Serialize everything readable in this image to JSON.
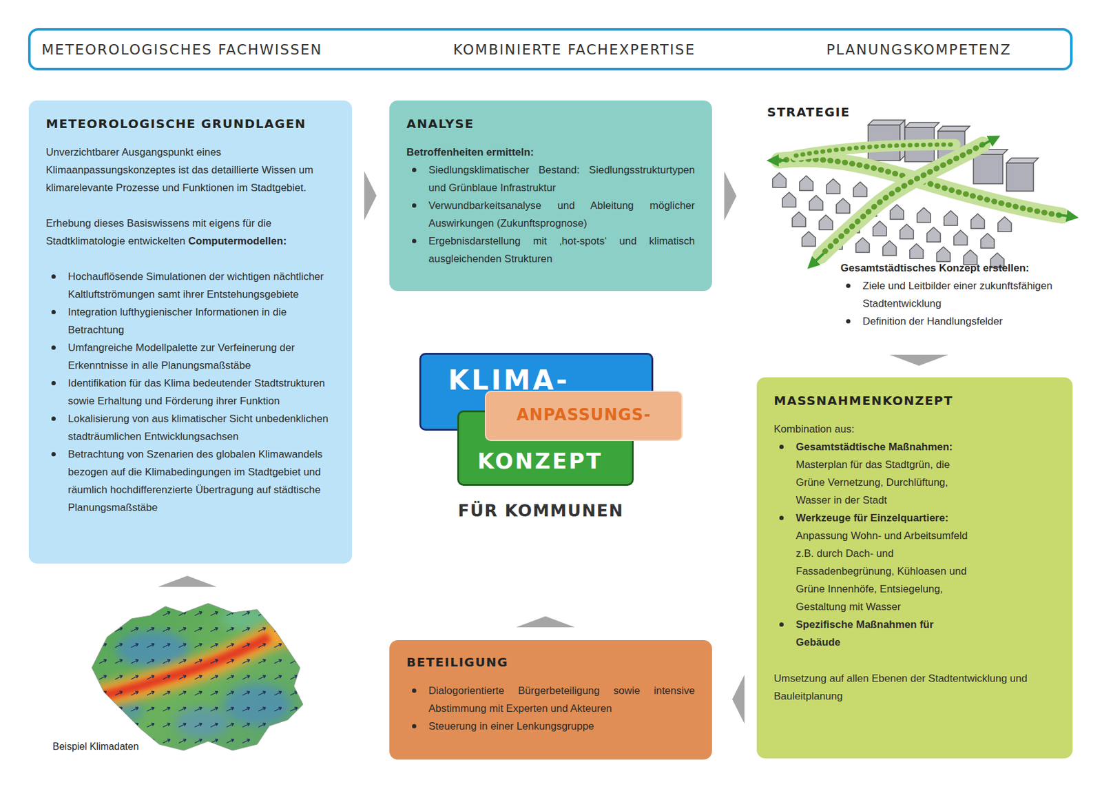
{
  "diagram": {
    "nodes": [
      {
        "text": [
          "METEOROLOGISCHES FACHWISSEN",
          "KOMBINIERTE FACHEXPERTISE",
          "PLANUNGSKOMPETENZ"
        ]
      },
      {
        "text": [
          "METEOROLOGISCHE GRUNDLAGEN",
          "Unverzichtbarer Ausgangspunkt eines Klimaanpassungskonzeptes ist das detaillierte Wissen um klimarelevante Prozesse und Funktionen im Stadtgebiet.",
          "Erhebung dieses Basiswissens mit eigens für die Stadtklimatologie entwickelten",
          "Computermodellen:",
          "Hochauflösende Simulationen der wichtigen nächtlicher Kaltluftströmungen samt ihrer Entstehungsgebiete",
          "Integration lufthygienischer Informationen in die Betrachtung",
          "Umfangreiche Modellpalette zur Verfeinerung der Erkenntnisse in alle Planungsmaßstäbe",
          "Identifikation für das Klima bedeutender Stadtstrukturen sowie Erhaltung und Förderung ihrer Funktion",
          "Lokalisierung von aus klimatischer Sicht unbedenklichen stadträumlichen Entwicklungsachsen",
          "Betrachtung von Szenarien des globalen Klimawandels bezogen auf die Klimabedingungen im Stadtgebiet und räumlich hochdifferenzierte Übertragung auf städtische Planungsmaßstäbe"
        ]
      },
      {
        "text": [
          "ANALYSE",
          "Betroffenheiten ermitteln:",
          "Siedlungsklimatischer Bestand: Siedlungsstrukturtypen und Grünblaue Infrastruktur",
          "Verwundbarkeitsanalyse und Ableitung möglicher Auswirkungen (Zukunftsprognose)",
          "Ergebnisdarstellung mit ‚hot-spots‘ und klimatisch ausgleichenden Strukturen"
        ]
      },
      {
        "text": [
          "STRATEGIE",
          "Gesamtstädtisches Konzept erstellen:",
          "Ziele und Leitbilder einer zukunftsfähigen Stadtentwicklung",
          "Definition der Handlungsfelder"
        ]
      },
      {
        "text": [
          "KLIMA-"
        ]
      },
      {
        "text": [
          "ANPASSUNGS-"
        ]
      },
      {
        "text": [
          "KONZEPT"
        ]
      },
      {
        "text": [
          "MASSNAHMENKONZEPT",
          "Kombination aus:",
          "Gesamtstädtische Maßnahmen:",
          "Masterplan für das Stadtgrün, die Grüne Vernetzung, Durchlüftung, Wasser in der Stadt",
          "Werkzeuge für Einzelquartiere:",
          "Anpassung Wohn- und Arbeitsumfeld z.B. durch Dach- und Fassadenbegrünung, Kühloasen und Grüne Innenhöfe, Entsiegelung, Gestaltung mit Wasser",
          "Spezifische Maßnahmen für Gebäude",
          "Umsetzung auf allen Ebenen der Stadtentwicklung und Bauleitplanung"
        ]
      },
      {
        "text": [
          "BETEILIGUNG",
          "Dialogorientierte Bürgerbeteiligung sowie intensive Abstimmung mit Experten und Akteuren",
          "Steuerung in einer Lenkungsgruppe"
        ]
      }
    ],
    "edges": [
      {
        "from": 1,
        "to": 2,
        "arrow": "to"
      },
      {
        "from": 2,
        "to": 3,
        "arrow": "to"
      },
      {
        "from": 3,
        "to": 7,
        "arrow": "to"
      },
      {
        "from": 7,
        "to": 8,
        "arrow": "to"
      },
      {
        "from": 8,
        "to": 6,
        "arrow": "to"
      }
    ],
    "labels": [
      "FÜR KOMMUNEN",
      "Beispiel Klimadaten"
    ]
  }
}
